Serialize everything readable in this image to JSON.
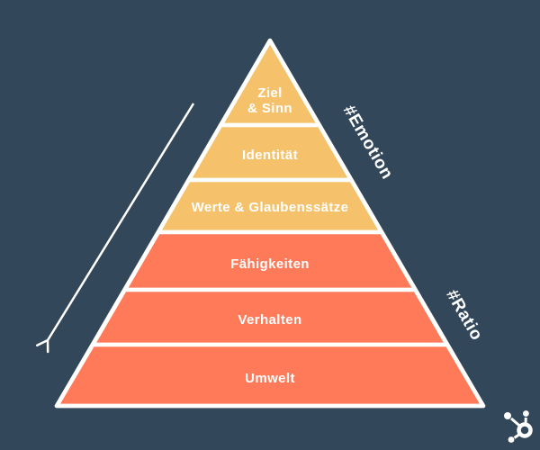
{
  "colors": {
    "background": "#33475b",
    "upper_band": "#f5c26b",
    "lower_band": "#ff7a59",
    "line": "#ffffff",
    "text": "#ffffff"
  },
  "pyramid": {
    "levels": [
      {
        "label": "Ziel & Sinn",
        "lines": [
          "Ziel",
          "& Sinn"
        ],
        "color": "#f5c26b"
      },
      {
        "label": "Identität",
        "color": "#f5c26b"
      },
      {
        "label": "Werte & Glaubenssätze",
        "color": "#f5c26b"
      },
      {
        "label": "Fähigkeiten",
        "color": "#ff7a59"
      },
      {
        "label": "Verhalten",
        "color": "#ff7a59"
      },
      {
        "label": "Umwelt",
        "color": "#ff7a59"
      }
    ]
  },
  "side_labels": {
    "emotion": "#Emotion",
    "ratio": "#Ratio"
  },
  "icons": {
    "arrow": "arrow-down-left",
    "logo": "hubspot-sprocket"
  }
}
